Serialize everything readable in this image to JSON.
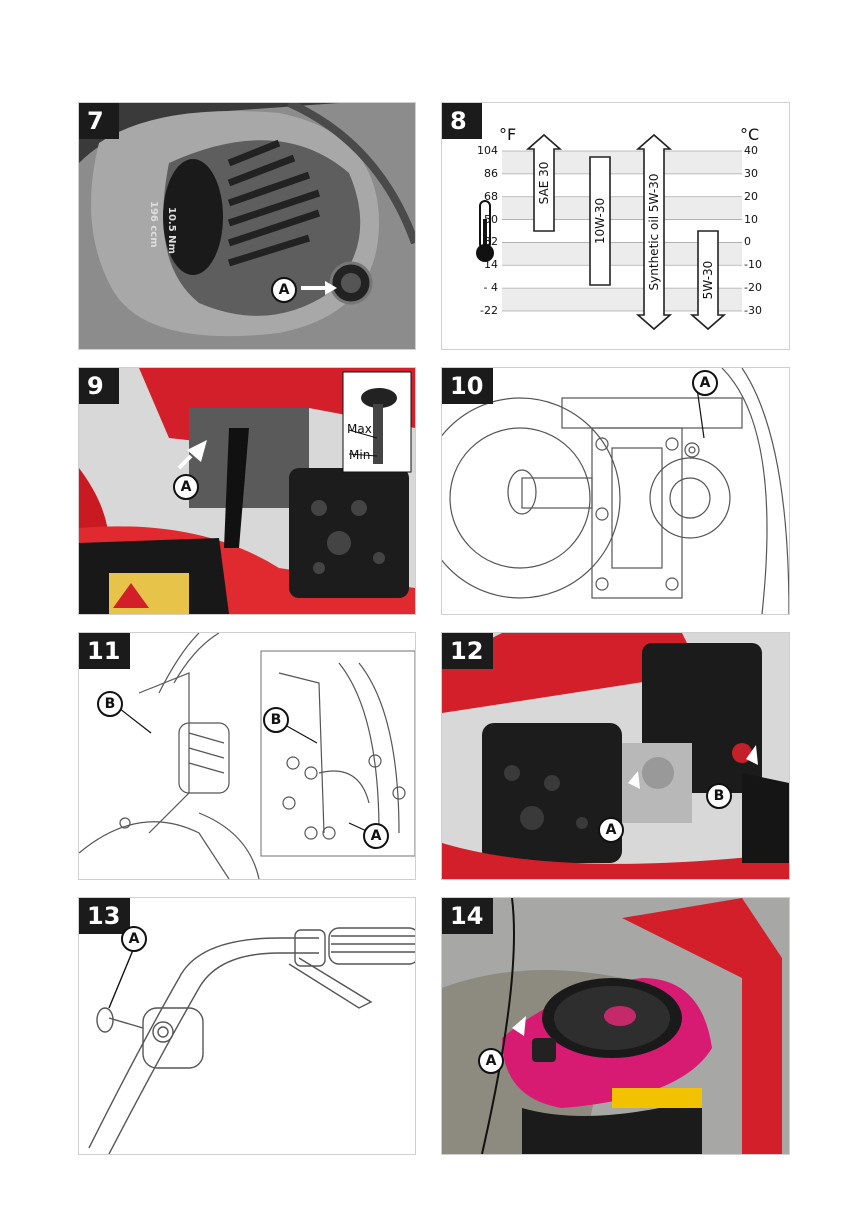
{
  "panels": [
    {
      "number": "7"
    },
    {
      "number": "8"
    },
    {
      "number": "9"
    },
    {
      "number": "10"
    },
    {
      "number": "11"
    },
    {
      "number": "12"
    },
    {
      "number": "13"
    },
    {
      "number": "14"
    }
  ],
  "fig7": {
    "engine_cc": "196 ccm",
    "torque": "10.5 Nm",
    "callout": "A"
  },
  "fig8": {
    "unit_f": "°F",
    "unit_c": "°C",
    "f_ticks": [
      "104",
      "86",
      "68",
      "50",
      "32",
      "14",
      "- 4",
      "-22"
    ],
    "c_ticks": [
      "40",
      "30",
      "20",
      "10",
      "0",
      "-10",
      "-20",
      "-30"
    ],
    "oils": [
      "SAE 30",
      "10W-30",
      "Synthetic oil 5W-30",
      "5W-30"
    ]
  },
  "fig9": {
    "callout": "A",
    "max_label": "Max",
    "min_label": "Min"
  },
  "fig10": {
    "callout": "A"
  },
  "fig11": {
    "callout_b1": "B",
    "callout_b2": "B",
    "callout_a": "A"
  },
  "fig12": {
    "callout_a": "A",
    "callout_b": "B"
  },
  "fig13": {
    "callout": "A"
  },
  "fig14": {
    "callout": "A"
  },
  "colors": {
    "red": "#d31f2a",
    "black": "#1b1b1b",
    "magenta": "#d81b72"
  }
}
